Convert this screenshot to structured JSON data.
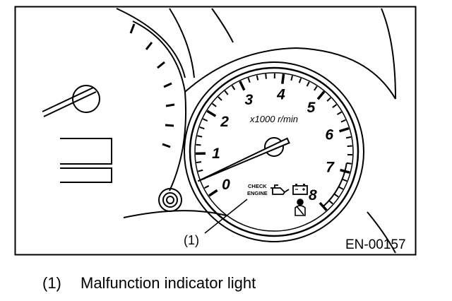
{
  "tachometer": {
    "numerals": [
      "0",
      "1",
      "2",
      "3",
      "4",
      "5",
      "6",
      "7",
      "8"
    ],
    "unit_label": "x1000 r/min",
    "check_engine": [
      "CHECK",
      "ENGINE"
    ],
    "needle_value": 0.3
  },
  "callout": {
    "label": "(1)"
  },
  "figure_code": "EN-00157",
  "caption": {
    "number": "(1)",
    "text": "Malfunction indicator light"
  }
}
